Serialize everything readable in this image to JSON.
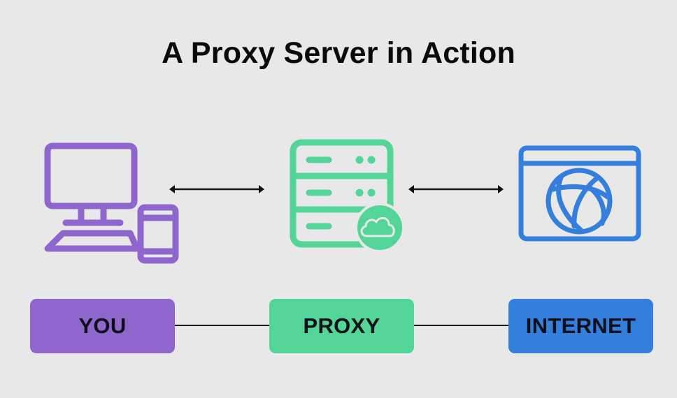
{
  "title": "A Proxy Server in Action",
  "colors": {
    "background": "#e8e8e8",
    "you": "#8f66cc",
    "proxy": "#52d597",
    "internet": "#337fdb",
    "text": "#0d0f1c",
    "line": "#1a1a1a"
  },
  "icons": {
    "you": "desktop-and-phone-icon",
    "proxy": "server-cloud-icon",
    "internet": "browser-globe-icon"
  },
  "arrows": [
    {
      "from": "you",
      "to": "proxy",
      "type": "bidirectional"
    },
    {
      "from": "proxy",
      "to": "internet",
      "type": "bidirectional"
    }
  ],
  "nodes": [
    {
      "id": "you",
      "label": "YOU"
    },
    {
      "id": "proxy",
      "label": "PROXY"
    },
    {
      "id": "internet",
      "label": "INTERNET"
    }
  ],
  "connections": [
    {
      "from": "you",
      "to": "proxy"
    },
    {
      "from": "proxy",
      "to": "internet"
    }
  ]
}
